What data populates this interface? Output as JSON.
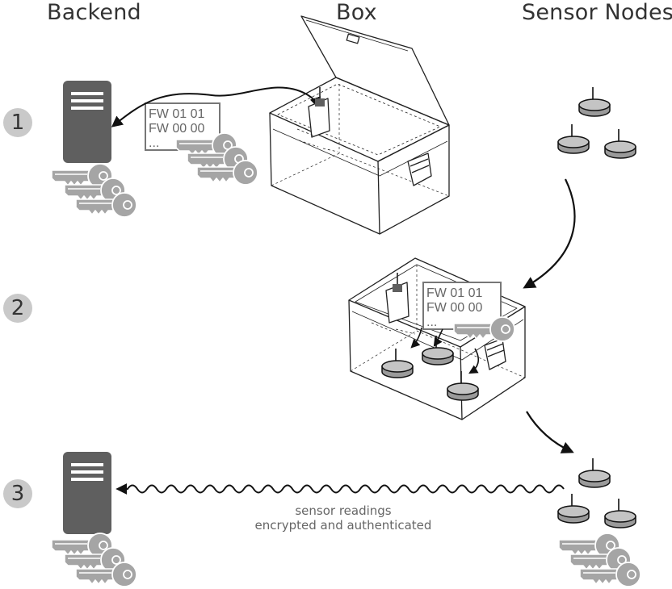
{
  "columns": {
    "backend": "Backend",
    "box": "Box",
    "sensor_nodes": "Sensor Nodes"
  },
  "steps": [
    "1",
    "2",
    "3"
  ],
  "firmware_card_step1": {
    "line1": "FW 01 01",
    "line2": "FW 00 00",
    "line3": "..."
  },
  "firmware_card_step2": {
    "line1": "FW 01 01",
    "line2": "FW 00 00",
    "line3": "..."
  },
  "wave_caption": {
    "line1": "sensor readings",
    "line2": "encrypted and authenticated"
  },
  "colors": {
    "server": "#5f5f5f",
    "key": "#a5a5a5",
    "node": "#9a9a9a",
    "badge": "#c9c9c9",
    "line": "#111111"
  }
}
